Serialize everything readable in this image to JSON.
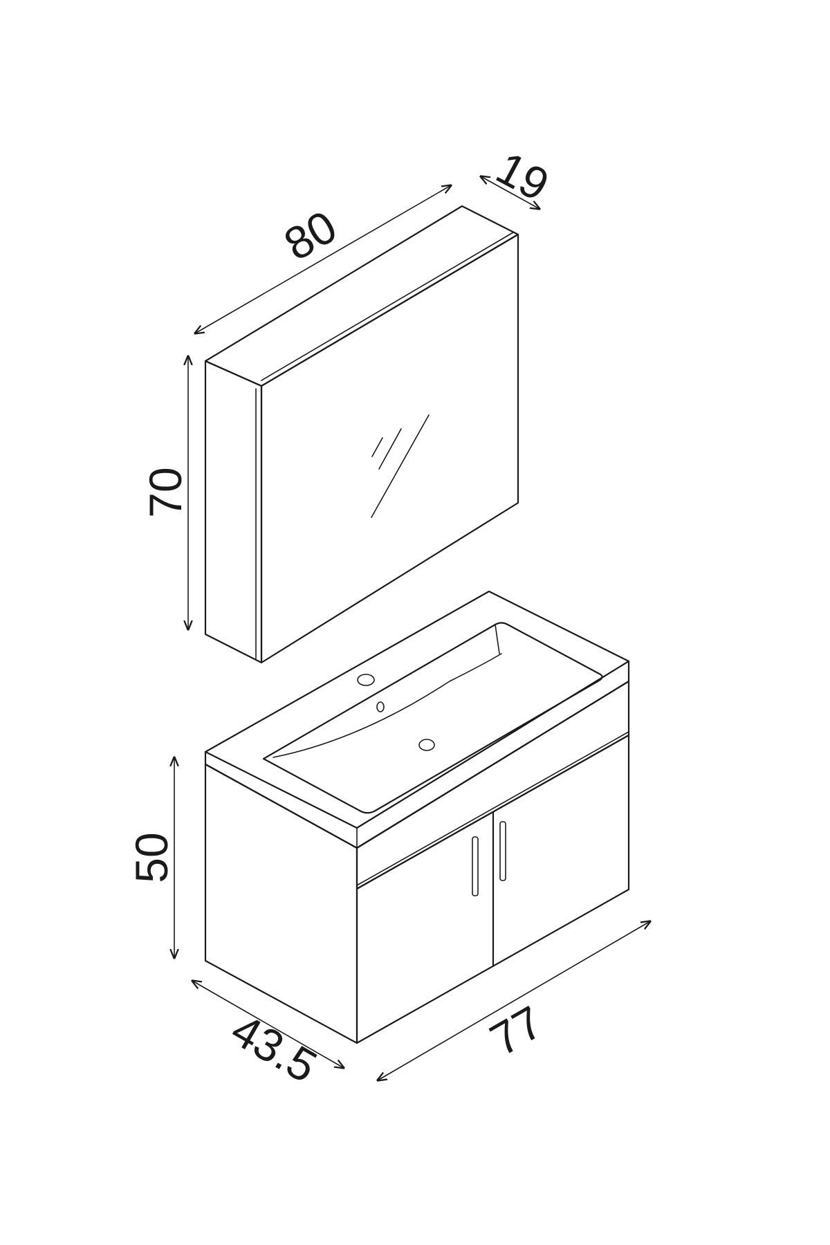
{
  "dimensions": {
    "mirror_width": "80",
    "mirror_depth": "19",
    "mirror_height": "70",
    "vanity_height": "50",
    "vanity_depth": "43.5",
    "vanity_width": "77"
  },
  "colors": {
    "line": "#1a1a1a",
    "background": "#ffffff"
  }
}
